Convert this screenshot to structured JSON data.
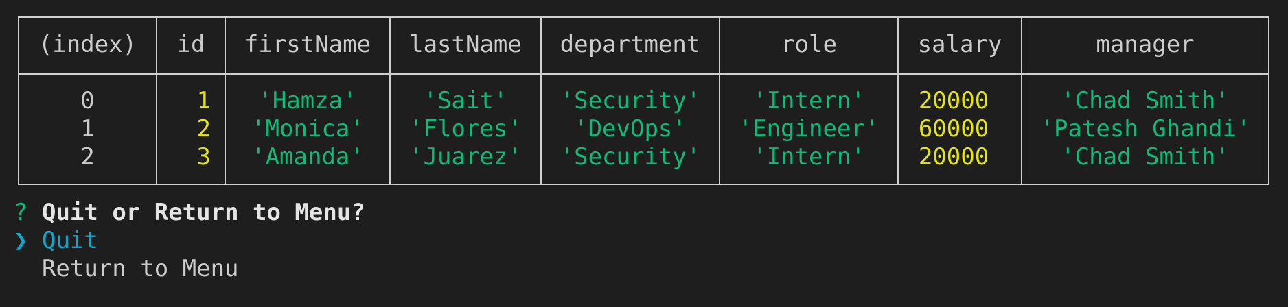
{
  "table": {
    "headers": [
      "(index)",
      "id",
      "firstName",
      "lastName",
      "department",
      "role",
      "salary",
      "manager"
    ],
    "rows": [
      [
        "0",
        "1",
        "'Hamza'",
        "'Sait'",
        "'Security'",
        "'Intern'",
        "20000",
        "'Chad Smith'"
      ],
      [
        "1",
        "2",
        "'Monica'",
        "'Flores'",
        "'DevOps'",
        "'Engineer'",
        "60000",
        "'Patesh Ghandi'"
      ],
      [
        "2",
        "3",
        "'Amanda'",
        "'Juarez'",
        "'Security'",
        "'Intern'",
        "20000",
        "'Chad Smith'"
      ]
    ]
  },
  "prompt": {
    "mark": "?",
    "question": "Quit or Return to Menu?",
    "pointer": "❯",
    "options": [
      "Quit",
      "Return to Menu"
    ]
  },
  "colors": {
    "background": "#1e1e1e",
    "string": "#0dbc79",
    "number": "#e5e510",
    "selected": "#11a8cd"
  }
}
